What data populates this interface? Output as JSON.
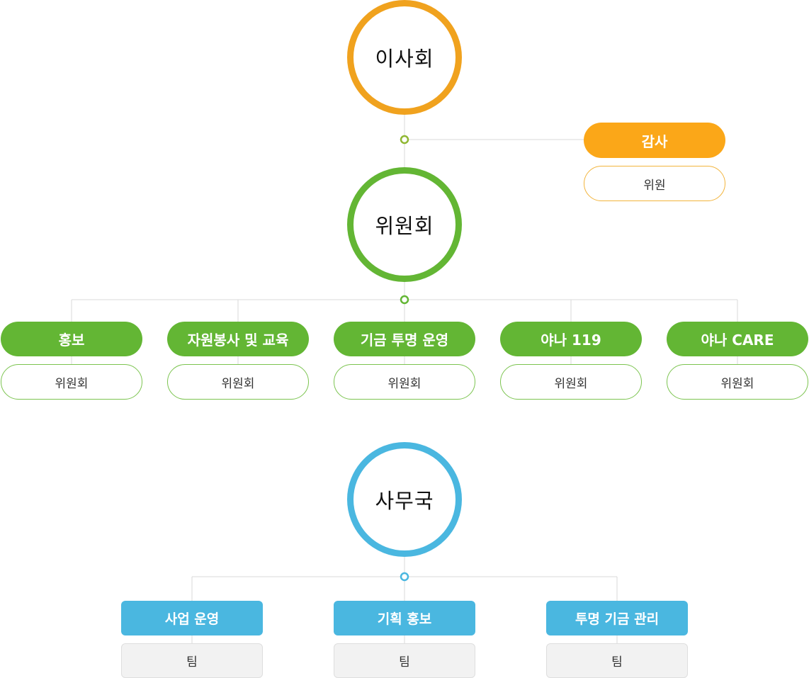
{
  "colors": {
    "board": "#f0a21e",
    "audit": "#fba718",
    "committee": "#63b634",
    "secretariat": "#4ab7e0",
    "connector": "#d9d9d9",
    "team_box": "#f2f2f2"
  },
  "board": {
    "label": "이사회"
  },
  "audit": {
    "label": "감사",
    "member": "위원"
  },
  "committee_top": {
    "label": "위원회"
  },
  "committees": [
    {
      "label": "홍보",
      "sub": "위원회"
    },
    {
      "label": "자원봉사 및 교육",
      "sub": "위원회"
    },
    {
      "label": "기금 투명 운영",
      "sub": "위원회"
    },
    {
      "label": "야나 119",
      "sub": "위원회"
    },
    {
      "label": "야나 CARE",
      "sub": "위원회"
    }
  ],
  "secretariat": {
    "label": "사무국"
  },
  "teams": [
    {
      "label": "사업 운영",
      "sub": "팀"
    },
    {
      "label": "기획 홍보",
      "sub": "팀"
    },
    {
      "label": "투명 기금 관리",
      "sub": "팀"
    }
  ]
}
